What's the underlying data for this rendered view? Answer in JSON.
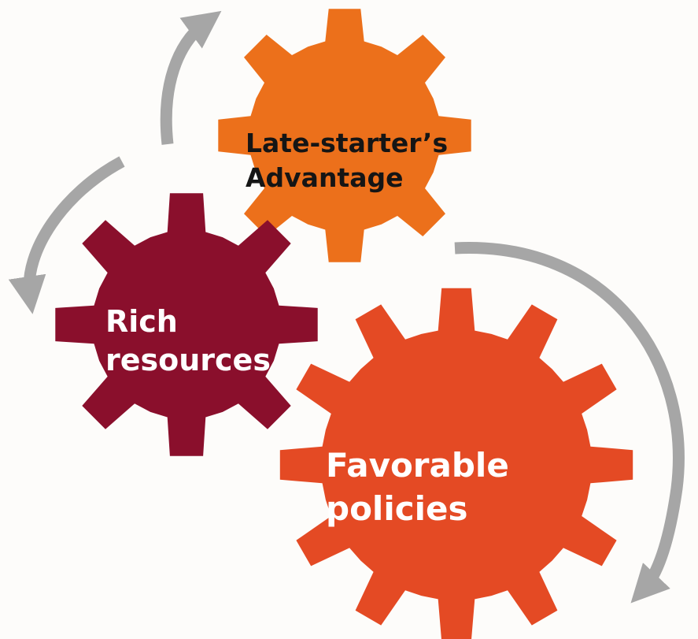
{
  "diagram": {
    "gears": [
      {
        "id": "late-starter",
        "lines": [
          "Late-starter’s",
          "Advantage"
        ],
        "color": "#ec701b"
      },
      {
        "id": "rich-resources",
        "lines": [
          "Rich",
          "resources"
        ],
        "color": "#8a0f2c"
      },
      {
        "id": "favorable-policies",
        "lines": [
          "Favorable",
          "policies"
        ],
        "color": "#e44a24"
      }
    ],
    "arrow_color": "#a6a6a6",
    "background": "#fdfcfa"
  }
}
